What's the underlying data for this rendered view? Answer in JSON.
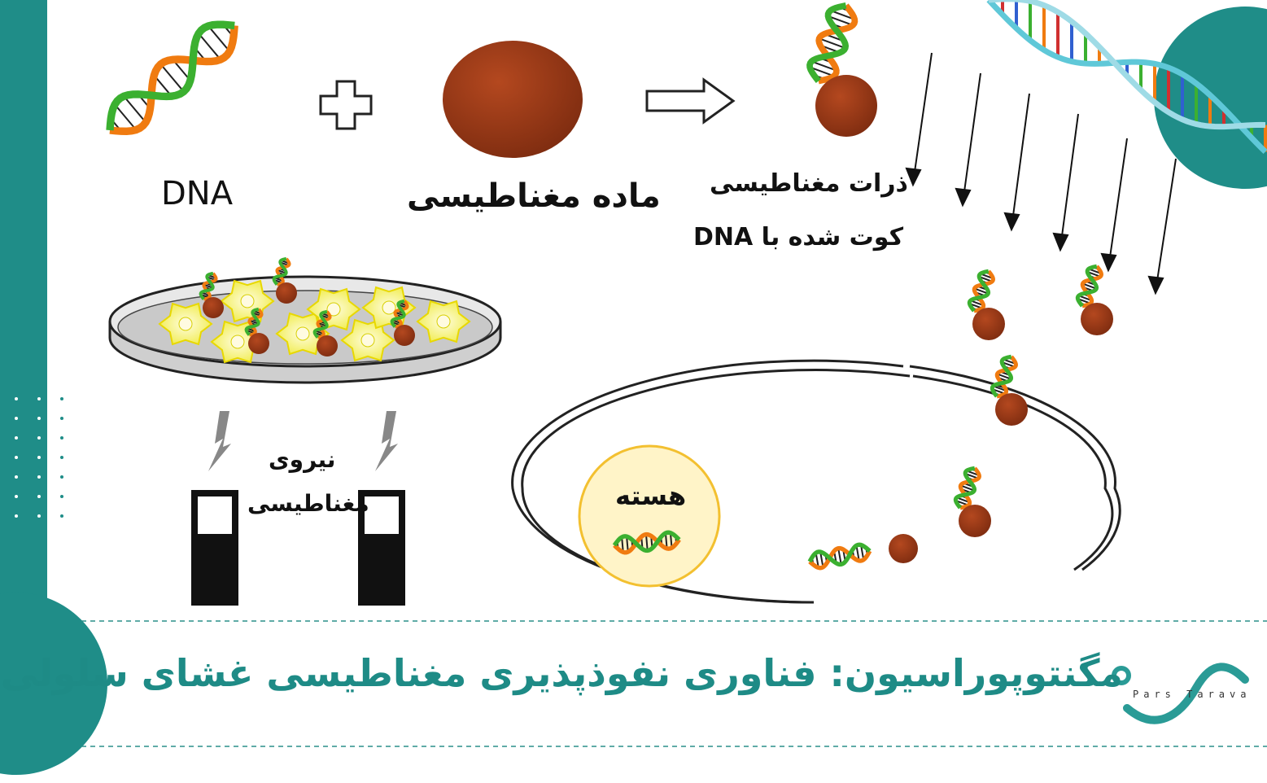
{
  "colors": {
    "teal": "#1f8d88",
    "bead": "#9a3a17",
    "title": "#1e8b86"
  },
  "labels": {
    "dna": "DNA",
    "magnetic_material": "ماده مغناطیسی",
    "coated_particles_line1": "ذرات مغناطیسی",
    "coated_particles_line2": "کوت شده با DNA",
    "magnetic_force_line1": "نیروی",
    "magnetic_force_line2": "مغناطیسی",
    "nucleus": "هسته"
  },
  "title": "مگنتوپوراسیون: فناوری نفوذپذیری مغناطیسی غشای سلولی",
  "logo": "Pars Tarava"
}
